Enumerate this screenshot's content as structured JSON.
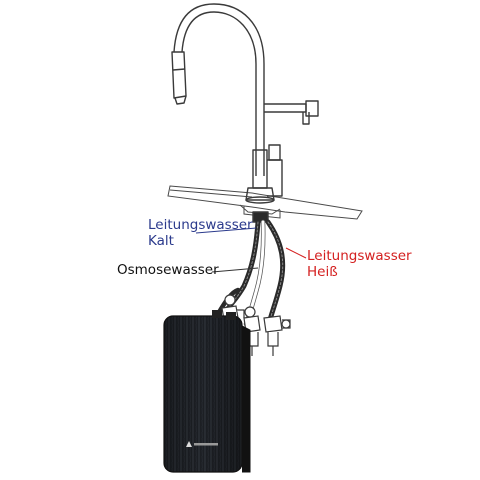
{
  "labels": {
    "cold": {
      "line1": "Leitungswasser",
      "line2": "Kalt",
      "color": "#2b3a8c"
    },
    "osmosis": {
      "text": "Osmosewasser",
      "color": "#111111"
    },
    "hot": {
      "line1": "Leitungswasser",
      "line2": "Heiß",
      "color": "#d42020"
    }
  },
  "colors": {
    "outline": "#3a3a3a",
    "hose": "#2a2a2a",
    "hose_braid": "#8a8a8a",
    "filter_body": "#1c1f24",
    "filter_stripe": "#3a3f47",
    "countertop": "#4a4a4a"
  },
  "icons": [
    "faucet-icon",
    "filter-unit-icon",
    "angle-valve-icon",
    "hose-icon",
    "brand-logo-icon"
  ]
}
